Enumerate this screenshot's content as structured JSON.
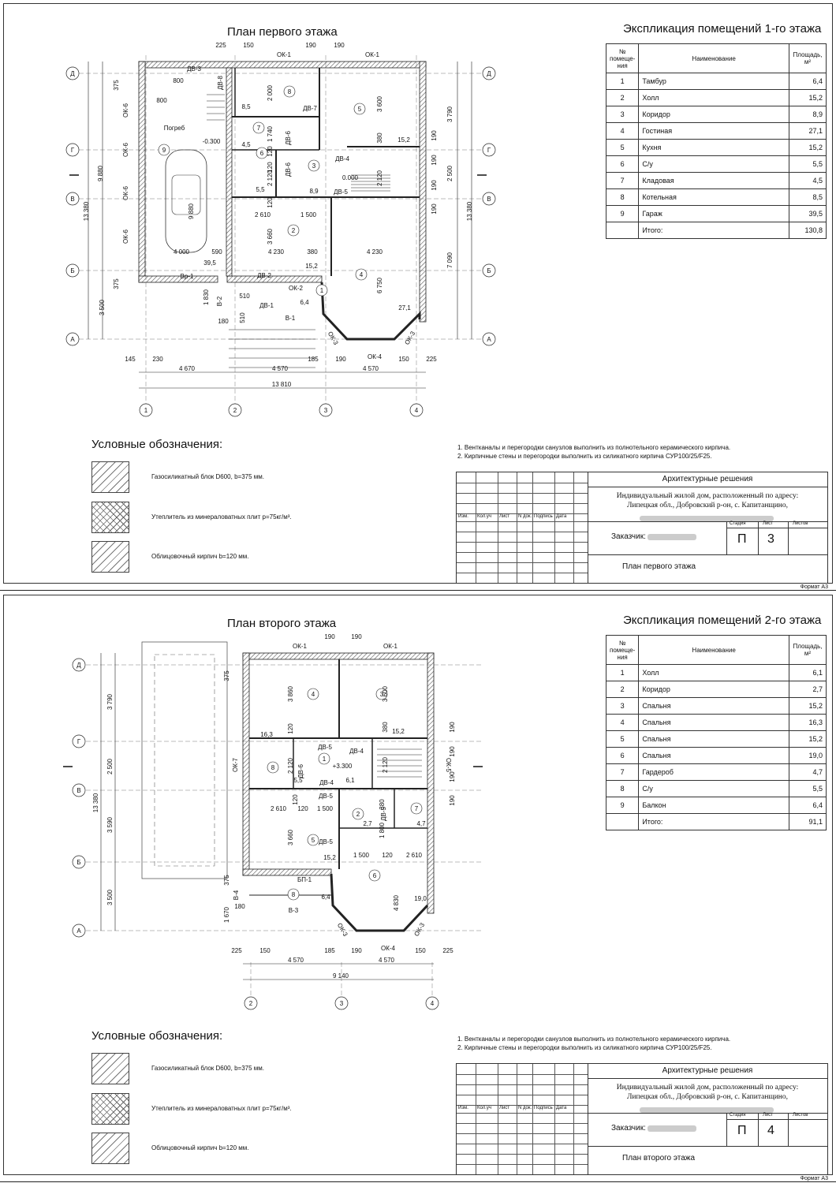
{
  "sheets": [
    {
      "plan_title": "План первого этажа",
      "explication_title": "Экспликация помещений 1-го этажа",
      "table_headers": {
        "num": "№ помеще-ния",
        "name": "Наименование",
        "area": "Площадь, м²"
      },
      "rooms": [
        {
          "n": "1",
          "name": "Тамбур",
          "area": "6,4"
        },
        {
          "n": "2",
          "name": "Холл",
          "area": "15,2"
        },
        {
          "n": "3",
          "name": "Коридор",
          "area": "8,9"
        },
        {
          "n": "4",
          "name": "Гостиная",
          "area": "27,1"
        },
        {
          "n": "5",
          "name": "Кухня",
          "area": "15,2"
        },
        {
          "n": "6",
          "name": "С/у",
          "area": "5,5"
        },
        {
          "n": "7",
          "name": "Кладовая",
          "area": "4,5"
        },
        {
          "n": "8",
          "name": "Котельная",
          "area": "8,5"
        },
        {
          "n": "9",
          "name": "Гараж",
          "area": "39,5"
        }
      ],
      "total_label": "Итого:",
      "total_value": "130,8",
      "legend_title": "Условные обозначения:",
      "legend": [
        "Газосиликатный блок D600, b=375 мм.",
        "Утеплитель из минераловатных плит p=75кг/м³.",
        "Облицовочный кирпич b=120 мм."
      ],
      "notes": [
        "1. Вентканалы и перегородки санузлов выполнить из полнотельного керамического кирпича.",
        "2. Кирпичные  стены  и  перегородки выполнить из силикатного кирпича СУР100/25/F25."
      ],
      "stamp": {
        "cols": [
          "Изм.",
          "Кол.уч",
          "Лист",
          "N док.",
          "Подпись",
          "Дата"
        ],
        "section": "Архитектурные решения",
        "address": [
          "Индивидуальный жилой дом, расположенный по адресу:",
          "Липецкая обл., Добровский р-он, с. Капитанщино,"
        ],
        "customer_label": "Заказчик:",
        "stage_label": "Стадия",
        "sheet_label": "Лист",
        "sheets_label": "Листов",
        "stage": "П",
        "sheet": "3",
        "sheet_name": "План первого этажа"
      },
      "format": "Формат А3",
      "plan_labels": {
        "axes_letters": [
          "Д",
          "Г",
          "В",
          "Б",
          "А"
        ],
        "axes_numbers": [
          "1",
          "2",
          "3",
          "4"
        ],
        "overall_h": "13 380",
        "overall_w": "13 810",
        "bottom_dims": [
          "4 670",
          "4 570",
          "4 570"
        ],
        "bottom_small": [
          "145",
          "230",
          "185",
          "190",
          "150",
          "225"
        ],
        "top_small": [
          "225",
          "150",
          "190",
          "190"
        ],
        "right_dims": [
          "3 790",
          "2 500",
          "7 090",
          "190",
          "190",
          "190",
          "190"
        ],
        "left_dims": [
          "375",
          "9 880",
          "375",
          "3 500"
        ],
        "windows": [
          "ОК-1",
          "ОК-1",
          "ОК-6",
          "ОК-6",
          "ОК-6",
          "ОК-6",
          "ОК-2",
          "ОК-3",
          "ОК-4",
          "ОК-3"
        ],
        "doors": [
          "ДВ-3",
          "ДВ-8",
          "ДВ-7",
          "ДВ-6",
          "ДВ-6",
          "ДВ-4",
          "ДВ-5",
          "ДВ-2",
          "ДВ-1",
          "Вр-1",
          "В-2",
          "В-1"
        ],
        "room_numbers": [
          "9",
          "8",
          "7",
          "6",
          "5",
          "3",
          "2",
          "4",
          "1"
        ],
        "room_texts": [
          "Погреб",
          "-0.300",
          "0.000",
          "800",
          "800",
          "8,5",
          "4,5",
          "5,5",
          "8,9",
          "15,2",
          "15,2",
          "27,1",
          "6,4",
          "39,5"
        ],
        "interior_dims": [
          "2 000",
          "1 740",
          "2 120",
          "3 600",
          "380",
          "2 120",
          "2 610",
          "1 500",
          "3 660",
          "4 000",
          "590",
          "4 230",
          "380",
          "4 230",
          "6 750",
          "9 880",
          "1 830",
          "510",
          "510",
          "180",
          "120",
          "120",
          "120"
        ]
      }
    },
    {
      "plan_title": "План второго этажа",
      "explication_title": "Экспликация помещений 2-го этажа",
      "table_headers": {
        "num": "№ помеще-ния",
        "name": "Наименование",
        "area": "Площадь, м²"
      },
      "rooms": [
        {
          "n": "1",
          "name": "Холл",
          "area": "6,1"
        },
        {
          "n": "2",
          "name": "Коридор",
          "area": "2,7"
        },
        {
          "n": "3",
          "name": "Спальня",
          "area": "15,2"
        },
        {
          "n": "4",
          "name": "Спальня",
          "area": "16,3"
        },
        {
          "n": "5",
          "name": "Спальня",
          "area": "15,2"
        },
        {
          "n": "6",
          "name": "Спальня",
          "area": "19,0"
        },
        {
          "n": "7",
          "name": "Гардероб",
          "area": "4,7"
        },
        {
          "n": "8",
          "name": "С/у",
          "area": "5,5"
        },
        {
          "n": "9",
          "name": "Балкон",
          "area": "6,4"
        }
      ],
      "total_label": "Итого:",
      "total_value": "91,1",
      "legend_title": "Условные обозначения:",
      "legend": [
        "Газосиликатный блок D600, b=375 мм.",
        "Утеплитель из минераловатных плит p=75кг/м³.",
        "Облицовочный кирпич b=120 мм."
      ],
      "notes": [
        "1. Вентканалы и перегородки санузлов выполнить из полнотельного керамического кирпича.",
        "2. Кирпичные  стены  и  перегородки выполнить из силикатного кирпича СУР100/25/F25."
      ],
      "stamp": {
        "cols": [
          "Изм.",
          "Кол.уч",
          "Лист",
          "N док.",
          "Подпись",
          "Дата"
        ],
        "section": "Архитектурные решения",
        "address": [
          "Индивидуальный жилой дом, расположенный по адресу:",
          "Липецкая обл., Добровский р-он, с. Капитанщино,"
        ],
        "customer_label": "Заказчик:",
        "stage_label": "Стадия",
        "sheet_label": "Лист",
        "sheets_label": "Листов",
        "stage": "П",
        "sheet": "4",
        "sheet_name": "План второго этажа"
      },
      "format": "Формат А3",
      "plan_labels": {
        "axes_letters": [
          "Д",
          "Г",
          "В",
          "Б",
          "А"
        ],
        "axes_numbers": [
          "2",
          "3",
          "4"
        ],
        "overall_h": "13 380",
        "overall_w": "9 140",
        "bottom_dims": [
          "4 570",
          "4 570"
        ],
        "bottom_small": [
          "225",
          "150",
          "185",
          "190",
          "150",
          "225"
        ],
        "top_small": [
          "190",
          "190"
        ],
        "left_dims": [
          "3 790",
          "2 500",
          "3 590",
          "3 500",
          "375",
          "375"
        ],
        "right_dims": [
          "190",
          "190",
          "190",
          "190"
        ],
        "windows": [
          "ОК-1",
          "ОК-1",
          "ОК-7",
          "ОК-5",
          "ОК-3",
          "ОК-4",
          "ОК-3"
        ],
        "doors": [
          "ДВ-5",
          "ДВ-4",
          "ДВ-6",
          "ДВ-4",
          "ДВ-5",
          "ДВ-5",
          "ДВ-5",
          "БП-1",
          "В-4",
          "В-3"
        ],
        "room_numbers": [
          "4",
          "3",
          "8",
          "1",
          "2",
          "7",
          "5",
          "6",
          "8"
        ],
        "room_texts": [
          "+3.300",
          "16,3",
          "15,2",
          "5,5",
          "6,1",
          "2,7",
          "4,7",
          "15,2",
          "19,0",
          "6,4"
        ],
        "interior_dims": [
          "3 860",
          "3 600",
          "120",
          "380",
          "2 120",
          "2 120",
          "2 610",
          "120",
          "1 500",
          "3 660",
          "1 800",
          "380",
          "1 500",
          "120",
          "2 610",
          "4 830",
          "1 670",
          "180",
          "120"
        ]
      }
    }
  ]
}
